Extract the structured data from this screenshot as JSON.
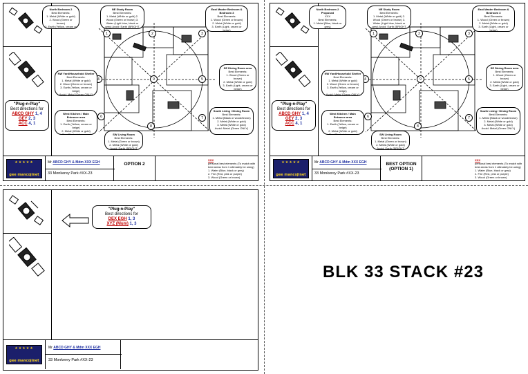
{
  "heading": "BLK 33 STACK #23",
  "address": "33 Monkerey Park #XX-23",
  "client_label": "Mr",
  "client_names": "ABCD GHY & Mdm XXX EGH",
  "sheets": [
    {
      "option_label": "OPTION 2",
      "rooms": [
        {
          "title": "North Bedroom 2",
          "lines": [
            "Best Elements:",
            "1. Metal (White or gold)",
            "2. Wood (Green or brown)",
            "3. Earth (Yellow, cream or beige)",
            "Avoid: Metal (Green ONLY)"
          ]
        },
        {
          "title": "NE Study Room",
          "lines": [
            "Best Elements:",
            "1. Metal (White or gold) 2. Wood (Green or brown) 3. Water (Light blue, black or grey) Avoid: Earth (BRIGHT Yellow)"
          ]
        },
        {
          "title": "East Master Bedroom & Bedroom 3",
          "lines": [
            "Best Elements:",
            "1. Wood (Green or brown)",
            "2. Metal (White or gold)",
            "3. Earth (Light, cream or beige)",
            "Avoid: Metal (Green ONLY)"
          ]
        },
        {
          "title": "NW Yard/Household Shelter",
          "lines": [
            "Best Elements:",
            "1. Metal (White or gold)",
            "2. Wood (Green or brown)",
            "3. Earth (Yellow, cream or beige)",
            "Avoid: Metal (Green ONLY)"
          ]
        },
        {
          "title": "SE Dining Room area",
          "lines": [
            "Best Elements:",
            "1. Wood (Green or brown)",
            "2. Metal (White or gold)",
            "3. Earth (Light, cream or beige)",
            "Avoid: Metal (Green ONLY)"
          ]
        },
        {
          "title": "West Kitchen / Main Entrance area",
          "lines": [
            "Best Elements:",
            "1. Earth (Yellow, cream or beige)",
            "2. Metal (White or gold)",
            "3. Fire (Red, pink or purple)"
          ]
        },
        {
          "title": "South Living / Dining Room",
          "lines": [
            "Best Elements:",
            "1. Metal (Black or wood/brown)",
            "2. Metal (White or gold)",
            "3. Metal (White or gold)",
            "Avoid: Metal (Green ONLY)"
          ]
        },
        {
          "title": "SW Living Room",
          "lines": [
            "Best Elements:",
            "1. Metal (Green or brown)",
            "2. Metal (White or gold)",
            "Avoid: Earth (BRIGHT Yellow)"
          ]
        }
      ],
      "plug_title": "\"Plug-n-Play\"",
      "plug_sub": "Best directions for",
      "plug_lines": [
        {
          "name": "ABCD GHY",
          "dirs": "1, 4"
        },
        {
          "name": "GEY",
          "dirs": "2, 3"
        },
        {
          "name": "ACC",
          "dirs": "4, 1"
        }
      ],
      "legend": {
        "lead": "XXX",
        "lines": [
          "personal best elements (To match with best areas from 1 ultimately be using)",
          "1. Water (Blue, black or grey)",
          "2. Fire (Red, pink or purple)",
          "3. Wood (Green or brown)"
        ]
      }
    },
    {
      "option_label": "BEST OPTION (OPTION 1)",
      "rooms": [
        {
          "title": "North Bedroom 2 Proposed",
          "lines": [
            "XXX",
            "Best Elements:",
            "1. Metal (Blue, black or grey)",
            "2. Wood (Green or brown)",
            "3. Fire (Red, pink or purple)",
            "Avoid: Metal (White or gold)"
          ]
        },
        {
          "title": "NE Study Room",
          "lines": [
            "Best Elements:",
            "1. Metal (White or gold) 2. Wood (Green or brown) 3. Water (Light blue, black or grey) Avoid: Earth (BRIGHT Yellow)"
          ]
        },
        {
          "title": "East Master Bedroom & Bedroom 3",
          "lines": [
            "Best Elements:",
            "1. Wood (Green or brown)",
            "2. Metal (White or gold)",
            "3. Earth (Light, cream or beige)",
            "Avoid: Metal (Green ONLY)"
          ]
        },
        {
          "title": "NW Yard/Household Shelter",
          "lines": [
            "Best Elements:",
            "1. Metal (White or gold)",
            "2. Wood (Green or brown)",
            "3. Earth (Yellow, cream or beige)",
            "Avoid: Metal (Green ONLY)"
          ]
        },
        {
          "title": "SE Dining Room area",
          "lines": [
            "Best Elements:",
            "1. Wood (Green or brown)",
            "2. Metal (White or gold)",
            "3. Earth (Light, cream or beige)",
            "Avoid: Metal (Green ONLY)"
          ]
        },
        {
          "title": "West Kitchen / Main Entrance area",
          "lines": [
            "Best Elements:",
            "1. Earth (Yellow, cream or beige)",
            "2. Metal (White or gold)",
            "3. Fire (Red, pink or purple)"
          ]
        },
        {
          "title": "South Living / Dining Room",
          "lines": [
            "Best Elements:",
            "1. Metal (Black or wood/brown)",
            "2. Metal (White or gold)",
            "3. Metal (White or gold)",
            "Avoid: Metal (Green ONLY)"
          ]
        },
        {
          "title": "SW Living Room",
          "lines": [
            "Best Elements:",
            "1. Metal (Green or brown)",
            "2. Metal (White or gold)",
            "Avoid: Earth (BRIGHT Yellow)"
          ]
        }
      ],
      "plug_title": "\"Plug-n-Play\"",
      "plug_sub": "Best directions for",
      "plug_lines": [
        {
          "name": "ABCD GHY",
          "dirs": "1, 4"
        },
        {
          "name": "GEY",
          "dirs": "2, 3"
        },
        {
          "name": "ACC",
          "dirs": "4, 1"
        }
      ],
      "legend": {
        "lead": "XXX",
        "lines": [
          "personal best elements (To match with best areas from 1 ultimately be using)",
          "1. Water (Blue, black or grey)",
          "2. Fire (Red, pink or purple)",
          "3. Wood (Green or brown)"
        ]
      }
    }
  ],
  "sheet3": {
    "plug_title": "\"Plug-n-Play\"",
    "plug_sub": "Best directions for",
    "plug_lines": [
      {
        "name": "DEX EGH",
        "dirs": "1, 3"
      },
      {
        "name": "XYZ (Mum)",
        "dirs": "1, 3"
      }
    ]
  },
  "logo_text": "gee mancojinet",
  "colors": {
    "logo_bg": "#1b1f6b",
    "logo_text": "#f5d020",
    "accent_red": "#c00000",
    "accent_blue": "#1d2ea0"
  }
}
